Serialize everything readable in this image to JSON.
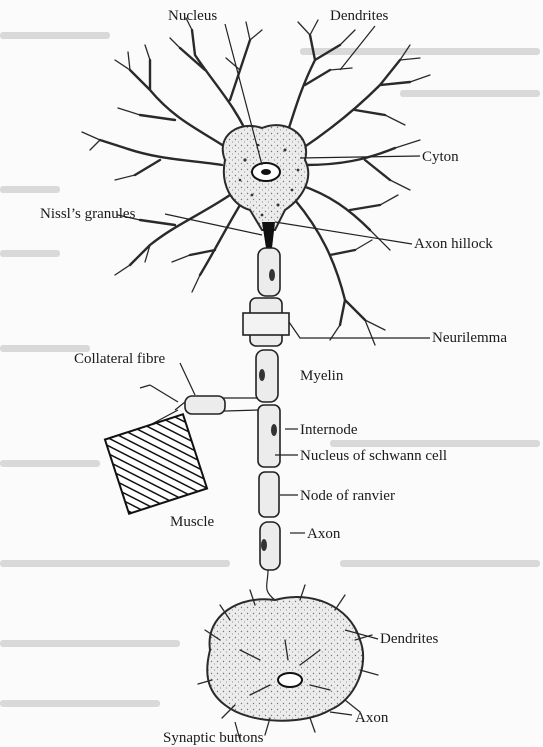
{
  "figure": {
    "labels": {
      "nucleus": "Nucleus",
      "dendrites_top": "Dendrites",
      "cyton": "Cyton",
      "nissl": "Nissl’s granules",
      "axon_hillock": "Axon hillock",
      "neurilemma": "Neurilemma",
      "collateral": "Collateral fibre",
      "myelin": "Myelin",
      "internode": "Internode",
      "schwann": "Nucleus of schwann cell",
      "ranvier": "Node of ranvier",
      "muscle": "Muscle",
      "axon_mid": "Axon",
      "dendrites_bottom": "Dendrites",
      "axon_bottom": "Axon",
      "synaptic": "Synaptic buttons"
    }
  }
}
